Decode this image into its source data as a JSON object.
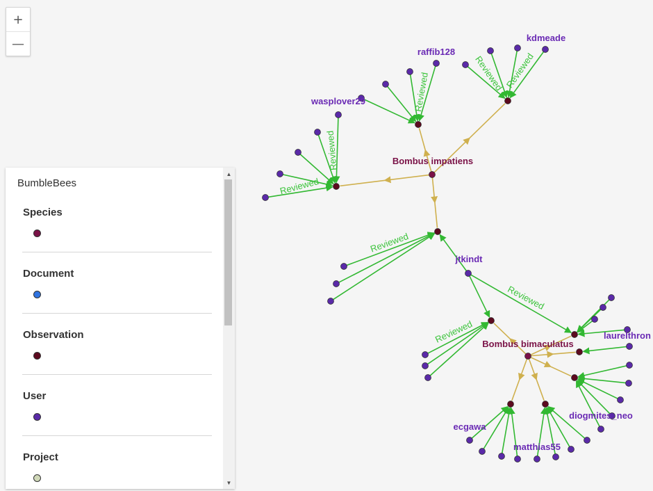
{
  "zoom": {
    "in_label": "+",
    "out_label": "—"
  },
  "colors": {
    "species": "#7a1247",
    "document": "#2f73e0",
    "observation": "#5c0a1f",
    "user": "#5a2aa8",
    "project": "#d0d8b8",
    "edge_user": "#32b832",
    "edge_species": "#cfb04e",
    "label_species": "#7a1247",
    "label_user": "#6a2ab4",
    "label_edge": "#3cc43c"
  },
  "legend": {
    "title": "BumbleBees",
    "items": [
      {
        "label": "Species",
        "type": "species"
      },
      {
        "label": "Document",
        "type": "document"
      },
      {
        "label": "Observation",
        "type": "observation"
      },
      {
        "label": "User",
        "type": "user"
      },
      {
        "label": "Project",
        "type": "project"
      }
    ]
  },
  "graph": {
    "node_labels": {
      "species1": "Bombus impatiens",
      "species2": "Bombus bimaculatus",
      "user_kd": "kdmeade",
      "user_raffib": "raffib128",
      "user_wasp": "wasplover29",
      "user_jt": "jtkindt",
      "user_laurel": "laurelthron",
      "user_diog": "diogmites_neo",
      "user_ecg": "ecgawa",
      "user_matt": "matthias55"
    },
    "edge_label_text": "Reviewed"
  }
}
